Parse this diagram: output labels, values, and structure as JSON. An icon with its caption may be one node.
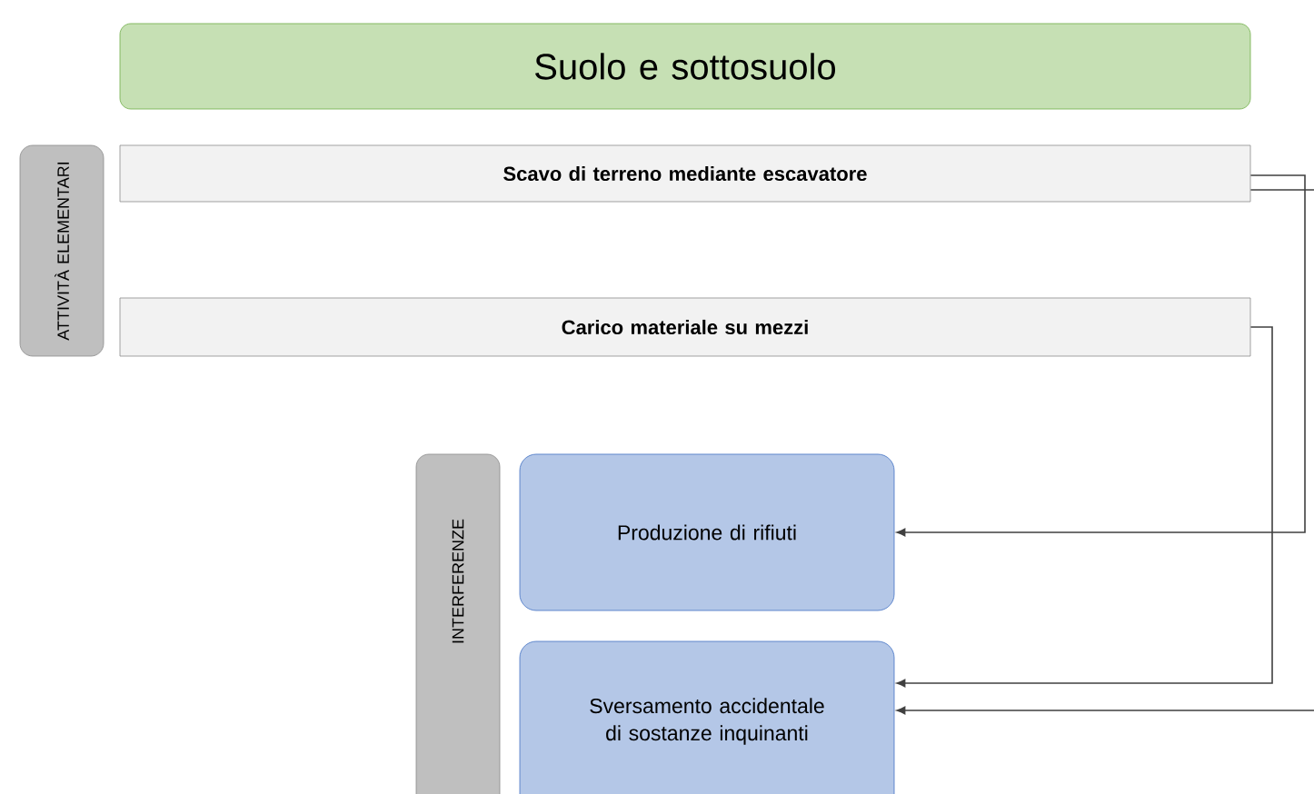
{
  "diagram": {
    "nodes": [
      {
        "text": [
          "Suolo e sottosuolo"
        ]
      },
      {
        "text": [
          "ATTIVITÀ ELEMENTARI"
        ]
      },
      {
        "text": [
          "Scavo di terreno mediante escavatore"
        ]
      },
      {
        "text": [
          "Carico materiale su mezzi"
        ]
      },
      {
        "text": [
          "INTERFERENZE"
        ]
      },
      {
        "text": [
          "Produzione di rifiuti"
        ]
      },
      {
        "text": [
          "Sversamento accidentale di sostanze inquinanti"
        ]
      }
    ],
    "edges": [
      {
        "from": 2,
        "to": 5,
        "arrow": "to"
      },
      {
        "from": 2,
        "to": 6,
        "arrow": "to"
      },
      {
        "from": 3,
        "to": 6,
        "arrow": "to"
      }
    ]
  }
}
